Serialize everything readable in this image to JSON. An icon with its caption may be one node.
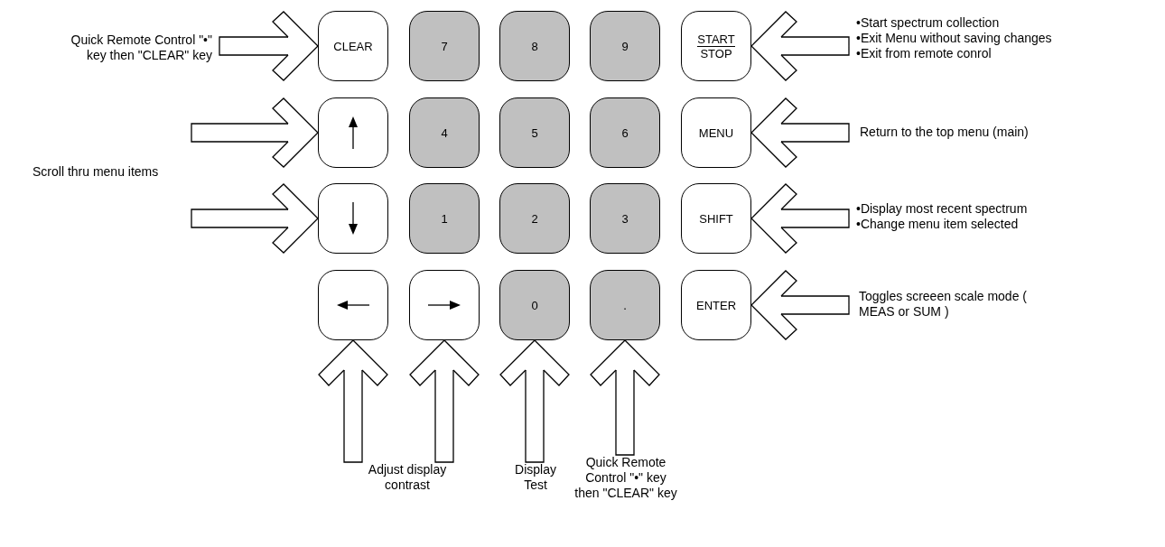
{
  "diagram": {
    "nodes": [
      {
        "text": [
          "Quick Remote Control \"•\" key then \"CLEAR\" key"
        ]
      },
      {
        "text": [
          "CLEAR"
        ]
      },
      {
        "text": [
          "7"
        ]
      },
      {
        "text": [
          "8"
        ]
      },
      {
        "text": [
          "9"
        ]
      },
      {
        "text": [
          "START",
          "STOP"
        ]
      },
      {
        "text": [
          "•Start spectrum collection",
          "•Exit Menu without saving changes",
          "•Exit from remote conrol"
        ]
      },
      {
        "text": [],
        "shape": "box"
      },
      {
        "text": [
          "4"
        ]
      },
      {
        "text": [
          "5"
        ]
      },
      {
        "text": [
          "6"
        ]
      },
      {
        "text": [
          "MENU"
        ]
      },
      {
        "text": [
          "Return to the top menu (main)"
        ]
      },
      {
        "text": [
          "Scroll thru menu items"
        ]
      },
      {
        "text": [],
        "shape": "box"
      },
      {
        "text": [
          "1"
        ]
      },
      {
        "text": [
          "2"
        ]
      },
      {
        "text": [
          "3"
        ]
      },
      {
        "text": [
          "SHIFT"
        ]
      },
      {
        "text": [
          "•Display most recent spectrum",
          "•Change menu item selected"
        ]
      },
      {
        "text": [],
        "shape": "box"
      },
      {
        "text": [],
        "shape": "box"
      },
      {
        "text": [
          "0"
        ]
      },
      {
        "text": [
          "."
        ]
      },
      {
        "text": [
          "ENTER"
        ]
      },
      {
        "text": [
          "Toggles screeen scale mode ( MEAS or SUM )"
        ]
      },
      {
        "text": [
          "Adjust display contrast"
        ]
      },
      {
        "text": [
          "Display Test"
        ]
      },
      {
        "text": [
          "Quick Remote Control \"•\" key then \"CLEAR\" key"
        ]
      }
    ],
    "edges": [
      {
        "from": 0,
        "to": 1,
        "arrow": "to"
      },
      {
        "from": 6,
        "to": 5,
        "arrow": "to"
      },
      {
        "from": 13,
        "to": 7,
        "arrow": "to"
      },
      {
        "from": 12,
        "to": 11,
        "arrow": "to"
      },
      {
        "from": 13,
        "to": 14,
        "arrow": "to"
      },
      {
        "from": 19,
        "to": 18,
        "arrow": "to"
      },
      {
        "from": 25,
        "to": 24,
        "arrow": "to"
      },
      {
        "from": 26,
        "to": 20,
        "arrow": "to"
      },
      {
        "from": 26,
        "to": 21,
        "arrow": "to"
      },
      {
        "from": 27,
        "to": 22,
        "arrow": "to"
      },
      {
        "from": 28,
        "to": 23,
        "arrow": "to"
      }
    ]
  }
}
